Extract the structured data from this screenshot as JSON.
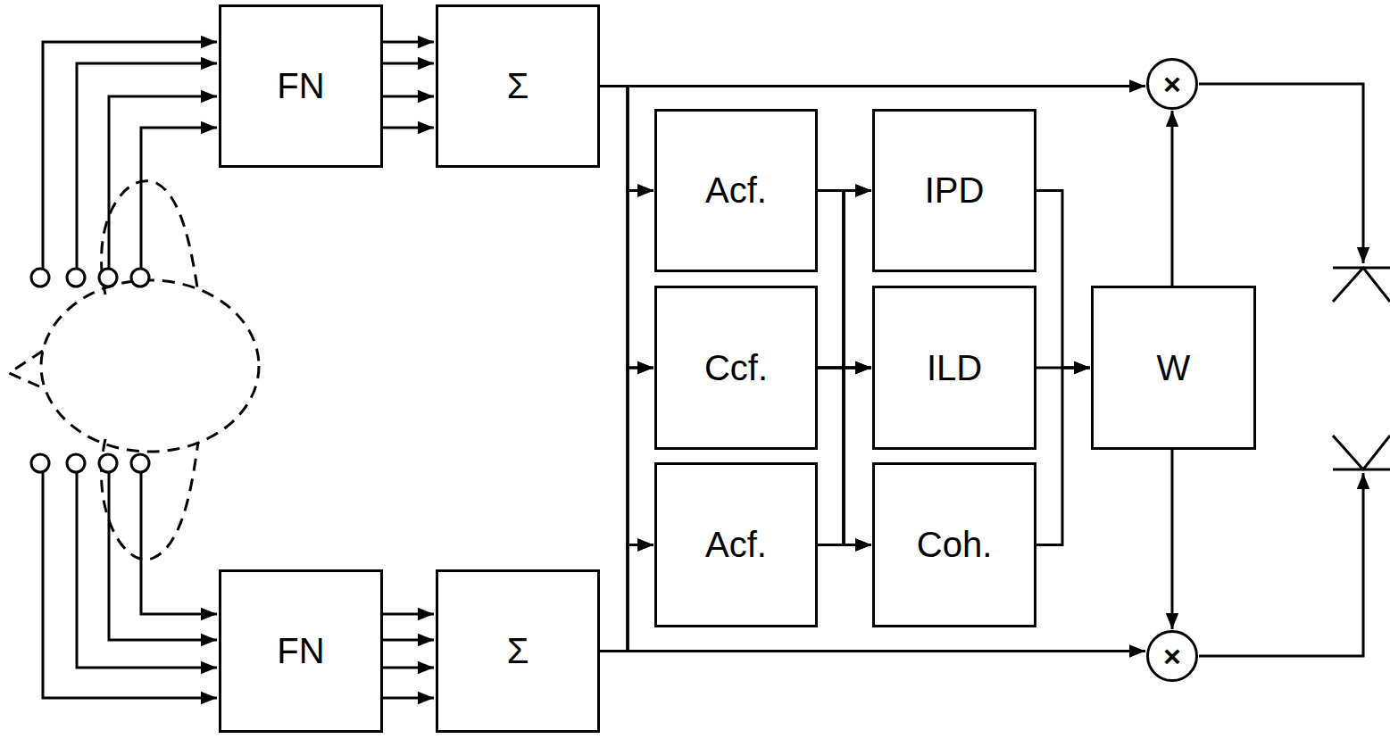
{
  "diagram": {
    "nodes": [
      {
        "text": [
          "FN"
        ]
      },
      {
        "text": [
          "Σ"
        ]
      },
      {
        "text": [
          "×"
        ]
      },
      {
        "text": [
          "Acf."
        ]
      },
      {
        "text": [
          "IPD"
        ]
      },
      {
        "text": [
          "Ccf."
        ]
      },
      {
        "text": [
          "ILD"
        ]
      },
      {
        "text": [
          "W"
        ]
      },
      {
        "text": [
          "Acf."
        ]
      },
      {
        "text": [
          "Coh."
        ]
      },
      {
        "text": [
          "FN"
        ]
      },
      {
        "text": [
          "Σ"
        ]
      },
      {
        "text": [
          "×"
        ]
      }
    ],
    "edges": [
      {
        "from": 0,
        "to": 1,
        "arrow": "to"
      },
      {
        "from": 1,
        "to": 2,
        "arrow": "to"
      },
      {
        "from": 1,
        "to": 3,
        "arrow": "to"
      },
      {
        "from": 1,
        "to": 5,
        "arrow": "to"
      },
      {
        "from": 1,
        "to": 8,
        "arrow": "to"
      },
      {
        "from": 11,
        "to": 3,
        "arrow": "to"
      },
      {
        "from": 11,
        "to": 5,
        "arrow": "to"
      },
      {
        "from": 11,
        "to": 8,
        "arrow": "to"
      },
      {
        "from": 3,
        "to": 4,
        "arrow": "to"
      },
      {
        "from": 3,
        "to": 6,
        "arrow": "to"
      },
      {
        "from": 3,
        "to": 9,
        "arrow": "to"
      },
      {
        "from": 5,
        "to": 4,
        "arrow": "to"
      },
      {
        "from": 5,
        "to": 6,
        "arrow": "to"
      },
      {
        "from": 5,
        "to": 9,
        "arrow": "to"
      },
      {
        "from": 8,
        "to": 4,
        "arrow": "to"
      },
      {
        "from": 8,
        "to": 6,
        "arrow": "to"
      },
      {
        "from": 8,
        "to": 9,
        "arrow": "to"
      },
      {
        "from": 4,
        "to": 7,
        "arrow": "to"
      },
      {
        "from": 6,
        "to": 7,
        "arrow": "to"
      },
      {
        "from": 9,
        "to": 7,
        "arrow": "to"
      },
      {
        "from": 7,
        "to": 2,
        "arrow": "to"
      },
      {
        "from": 7,
        "to": 12,
        "arrow": "to"
      },
      {
        "from": 10,
        "to": 11,
        "arrow": "to"
      },
      {
        "from": 11,
        "to": 12,
        "arrow": "to"
      }
    ]
  }
}
